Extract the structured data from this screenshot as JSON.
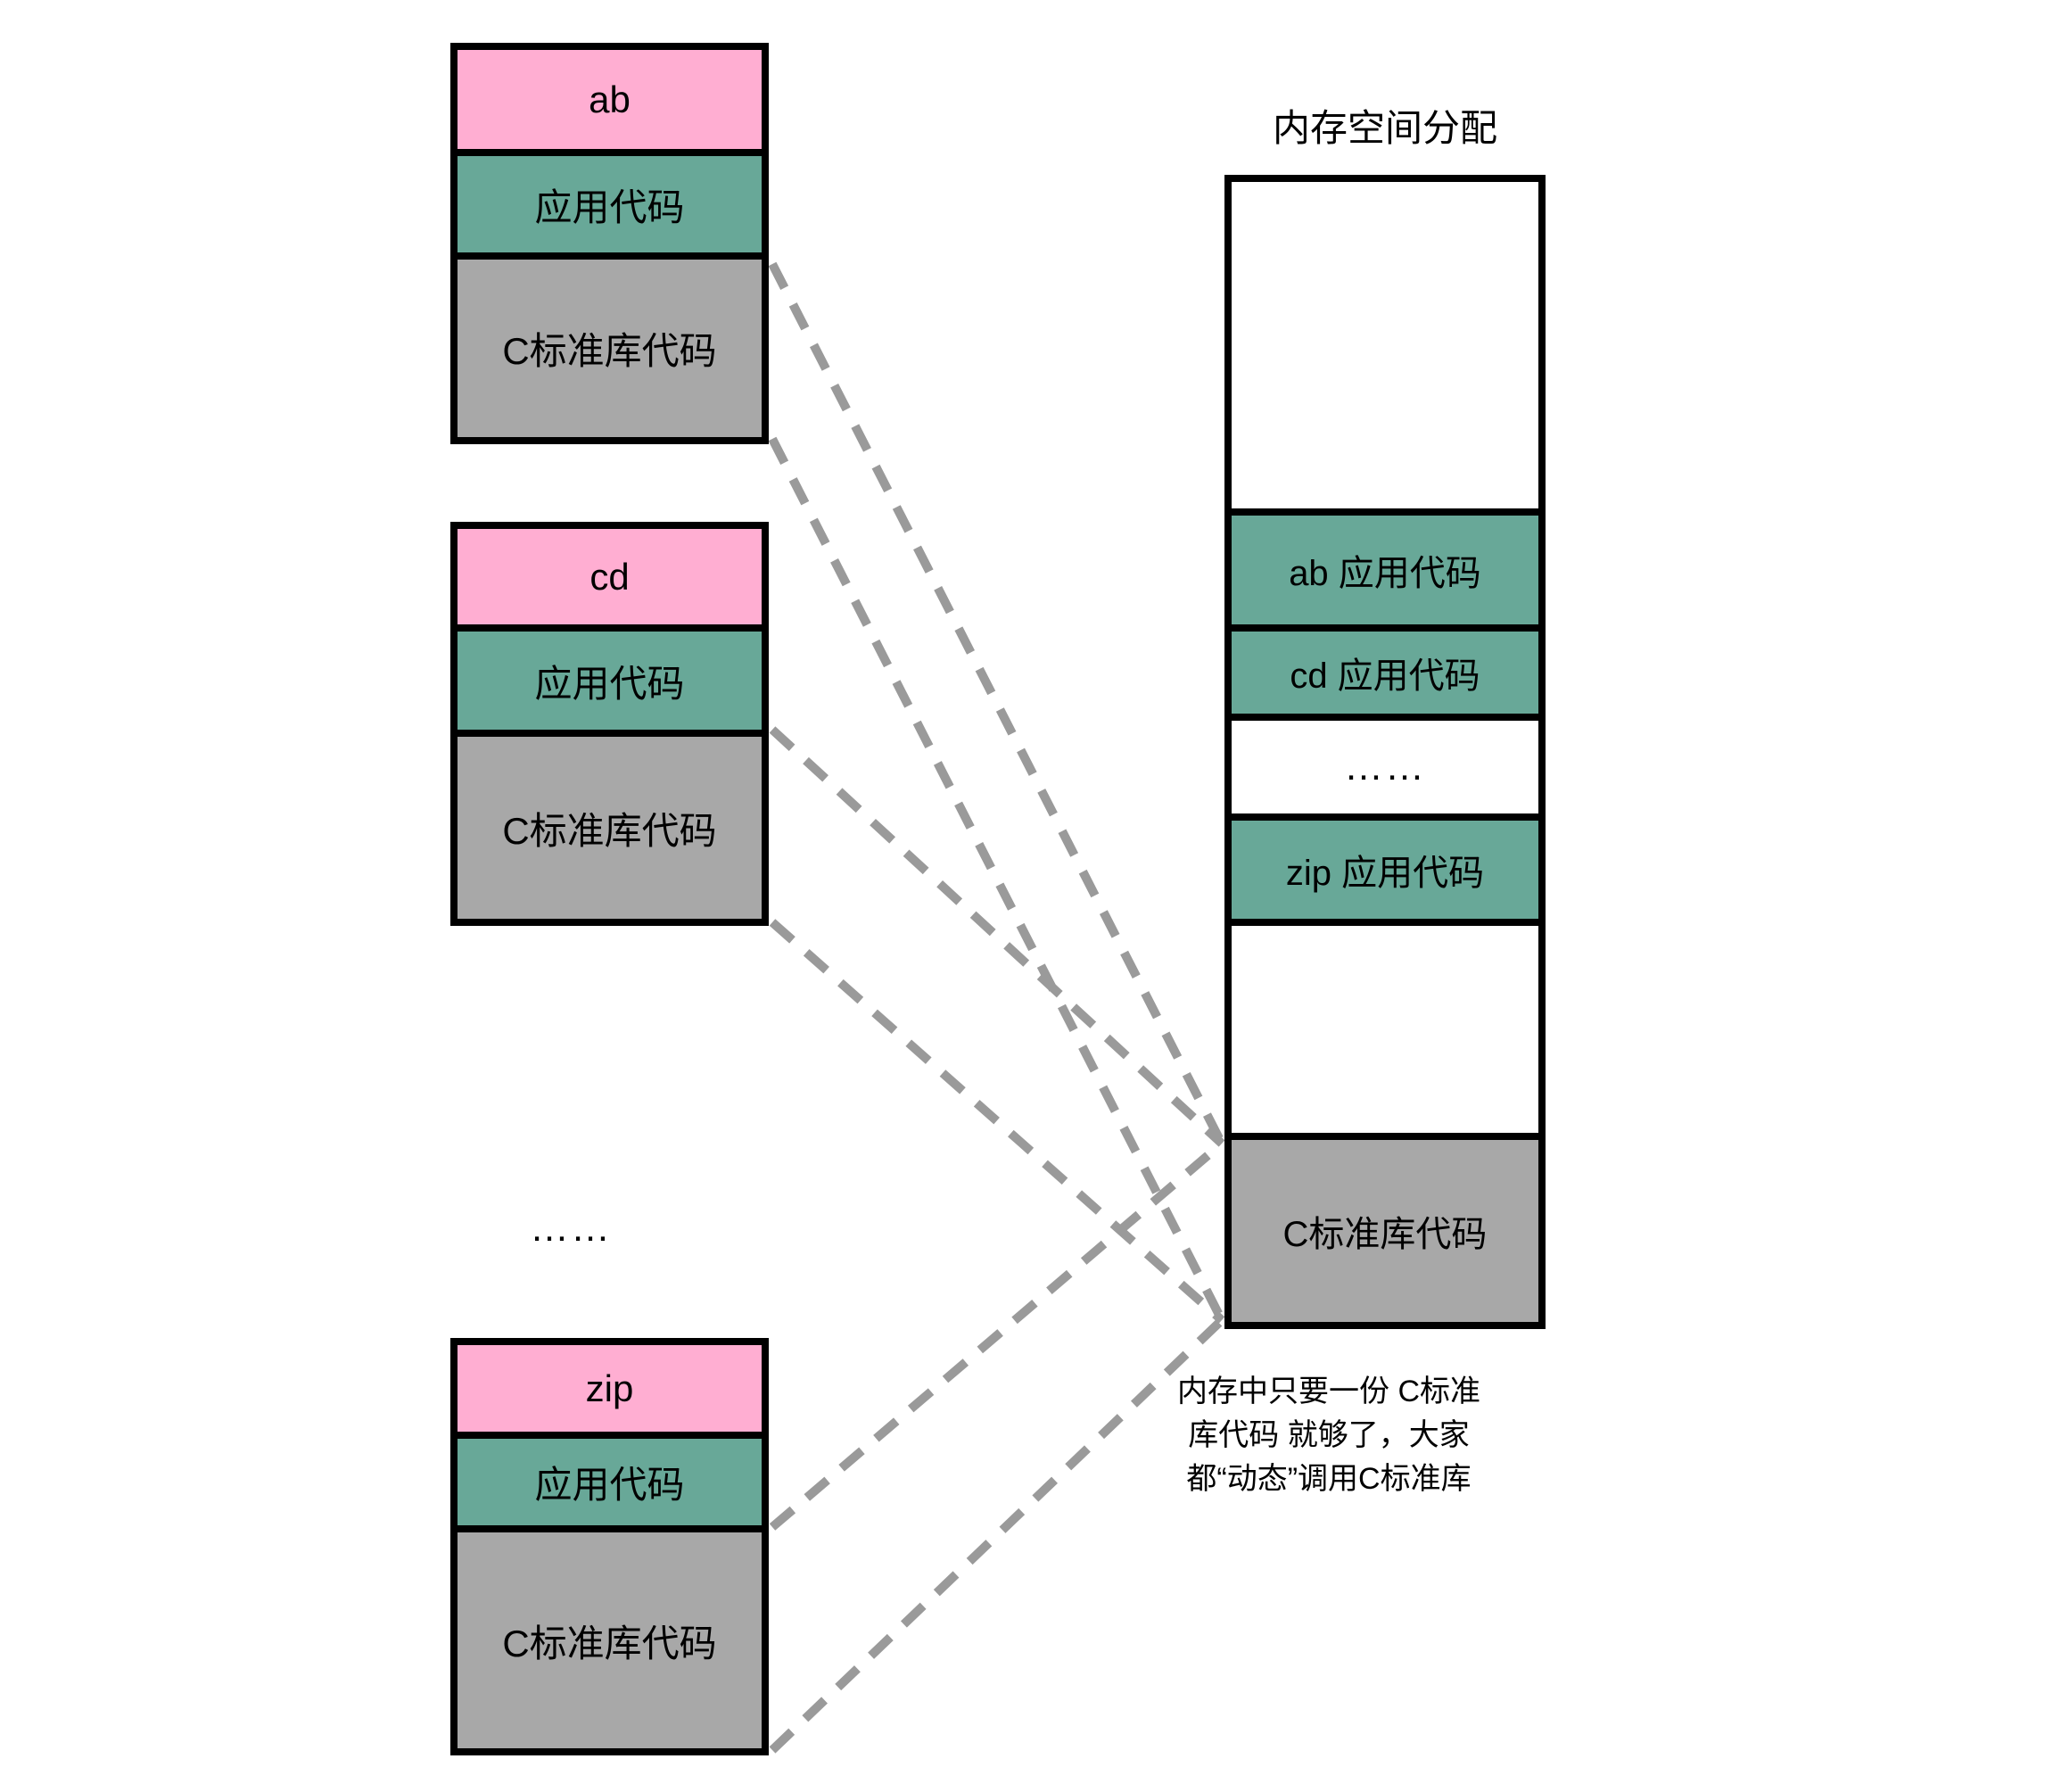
{
  "colors": {
    "pink": "#ffaed2",
    "teal": "#68a898",
    "gray": "#a8a8a8",
    "border": "#000000",
    "dashed_line": "#9a9a9a"
  },
  "programs": [
    {
      "name": "ab",
      "app_label": "应用代码",
      "lib_label": "C标准库代码"
    },
    {
      "name": "cd",
      "app_label": "应用代码",
      "lib_label": "C标准库代码"
    },
    {
      "name": "zip",
      "app_label": "应用代码",
      "lib_label": "C标准库代码"
    }
  ],
  "left_ellipsis": "……",
  "memory": {
    "title": "内存空间分配",
    "rows": [
      {
        "label": "",
        "type": "free"
      },
      {
        "label": "ab 应用代码",
        "type": "app"
      },
      {
        "label": "cd 应用代码",
        "type": "app"
      },
      {
        "label": "……",
        "type": "ellipsis"
      },
      {
        "label": "zip 应用代码",
        "type": "app"
      },
      {
        "label": "",
        "type": "free"
      },
      {
        "label": "C标准库代码",
        "type": "lib"
      }
    ]
  },
  "note": {
    "lines": [
      "内存中只要一份 C标准",
      "库代码 就够了，大家",
      "都“动态”调用C标准库"
    ]
  }
}
